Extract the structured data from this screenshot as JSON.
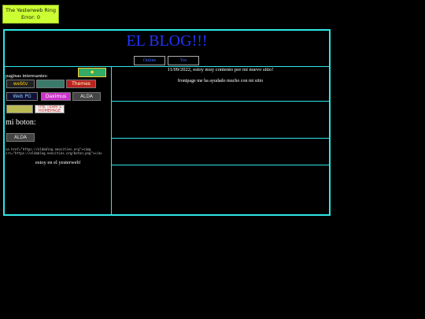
{
  "ring": {
    "title": "The Yesterweb Ring",
    "error": "Error: 0"
  },
  "header": {
    "title": "EL BLOG!!!",
    "img1_alt": "Online",
    "img2_alt": "Yes"
  },
  "sidebar": {
    "heading": "paginas interesantes:",
    "buttons": [
      "webtv",
      "",
      "Themes",
      "Web PG",
      "Daximus",
      "ALDA",
      "",
      "THE TEAM'S HOMEPAGE"
    ],
    "mi_boton_label": "mi boton:",
    "mi_boton_img": "ALDA",
    "code_line1": "<a href=\"https://eldablog.neocities.org\"><img",
    "code_line2": "src=\"https://eldablog.neocities.org/boton.png\"></a>",
    "yesterweb_text": "estoy en el yesterweb!"
  },
  "content": {
    "date_line": "11/09/2022, estoy muy contento por mi nuevo sitio!",
    "note": "frontpage me ha ayudado mucho con mi sitio"
  }
}
